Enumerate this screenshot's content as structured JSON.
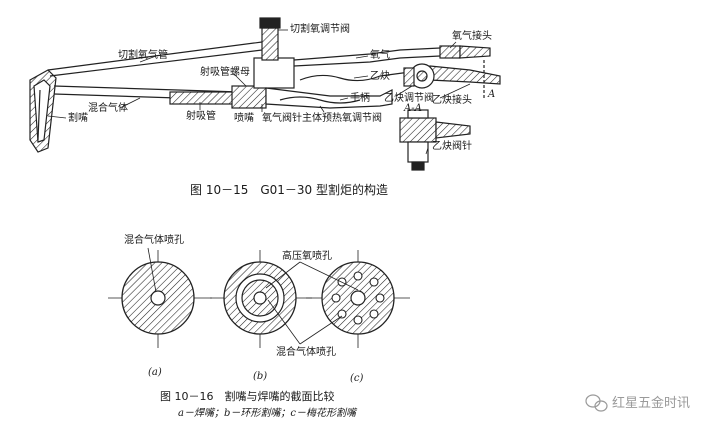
{
  "figure1": {
    "caption": "图 10－15　G01－30 型割炬的构造",
    "labels": {
      "cutting_oxygen_valve": "切割氧调节阀",
      "cutting_oxygen_tube": "切割氧气管",
      "oxygen": "氧气",
      "oxygen_fitting": "氧气接头",
      "acetylene": "乙炔",
      "injector_nut": "射吸管螺母",
      "mixed_gas": "混合气体",
      "injector_tube": "射吸管",
      "nozzle": "割嘴",
      "handle": "手柄",
      "acetylene_valve": "乙炔调节阀",
      "acetylene_fitting": "乙炔接头",
      "section_mark": "A",
      "section_aa": "A-A",
      "nozzle_needle": "喷嘴",
      "oxygen_valve_needle": "氧气阀针",
      "main_preheat_valve": "主体预热氧调节阀",
      "acetylene_needle": "乙炔阀针"
    }
  },
  "figure2": {
    "caption": "图 10－16　割嘴与焊嘴的截面比较",
    "subcaption": "a－焊嘴；b－环形割嘴；c－梅花形割嘴",
    "labels": {
      "mixed_gas_hole_top": "混合气体喷孔",
      "high_pressure_oxygen_hole": "高压氧喷孔",
      "mixed_gas_hole_bottom": "混合气体喷孔",
      "a": "(a)",
      "b": "(b)",
      "c": "(c)"
    }
  },
  "watermark": "红星五金时讯"
}
